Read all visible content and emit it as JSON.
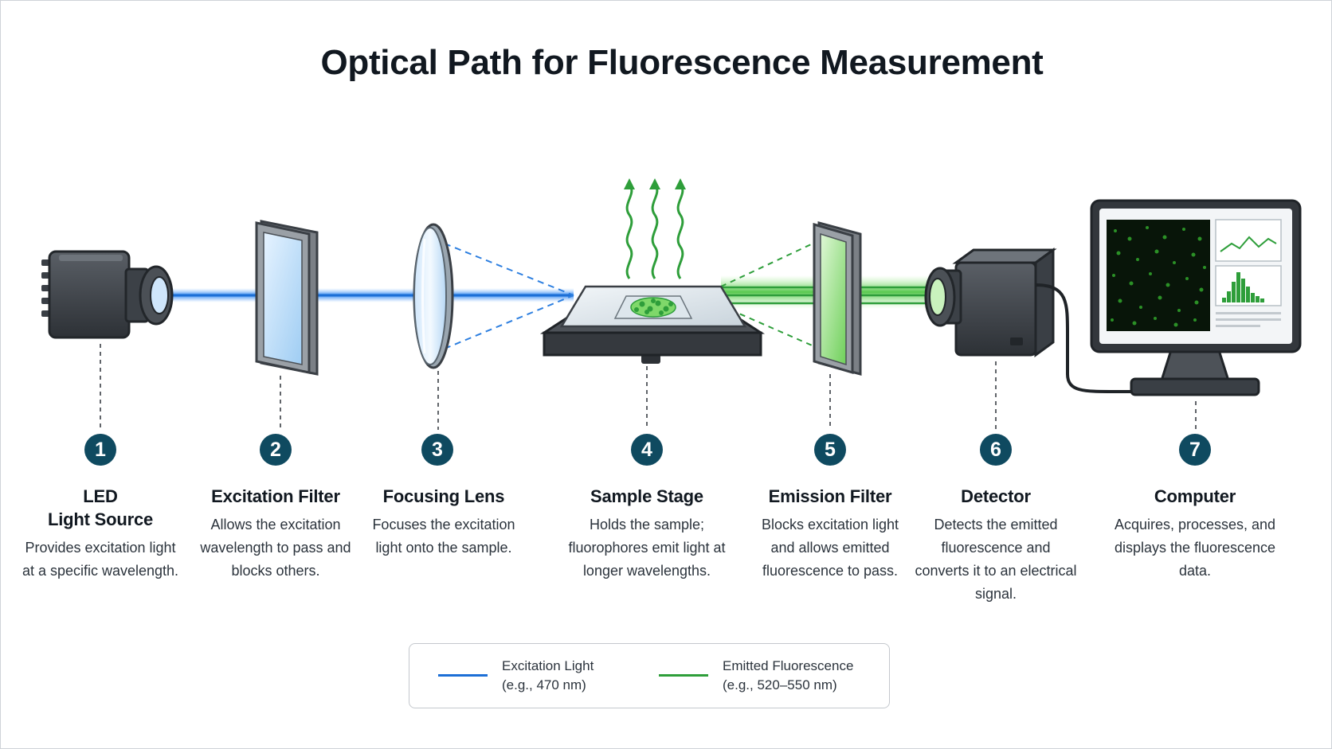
{
  "title": "Optical Path for Fluorescence Measurement",
  "colors": {
    "excitation": "#1c6fd6",
    "emission": "#2e9e3a",
    "badge": "#0f4a60"
  },
  "steps": [
    {
      "number": "1",
      "title_line1": "LED",
      "title_line2": "Light Source",
      "desc": "Provides excitation light at a specific wavelength.",
      "icon": "led-light-source-icon"
    },
    {
      "number": "2",
      "title_line1": "Excitation Filter",
      "title_line2": "",
      "desc": "Allows the excitation wavelength to pass and blocks others.",
      "icon": "excitation-filter-icon"
    },
    {
      "number": "3",
      "title_line1": "Focusing Lens",
      "title_line2": "",
      "desc": "Focuses the excitation light onto the sample.",
      "icon": "focusing-lens-icon"
    },
    {
      "number": "4",
      "title_line1": "Sample Stage",
      "title_line2": "",
      "desc": "Holds the sample; fluorophores emit light at longer wavelengths.",
      "icon": "sample-stage-icon"
    },
    {
      "number": "5",
      "title_line1": "Emission Filter",
      "title_line2": "",
      "desc": "Blocks excitation light and allows emitted fluorescence to pass.",
      "icon": "emission-filter-icon"
    },
    {
      "number": "6",
      "title_line1": "Detector",
      "title_line2": "",
      "desc": "Detects the emitted fluorescence and converts it to an electrical signal.",
      "icon": "detector-icon"
    },
    {
      "number": "7",
      "title_line1": "Computer",
      "title_line2": "",
      "desc": "Acquires, processes, and displays the fluorescence data.",
      "icon": "computer-monitor-icon"
    }
  ],
  "legend": {
    "excitation": {
      "label": "Excitation Light",
      "range": "(e.g., 470 nm)"
    },
    "emission": {
      "label": "Emitted Fluorescence",
      "range": "(e.g., 520–550 nm)"
    }
  }
}
